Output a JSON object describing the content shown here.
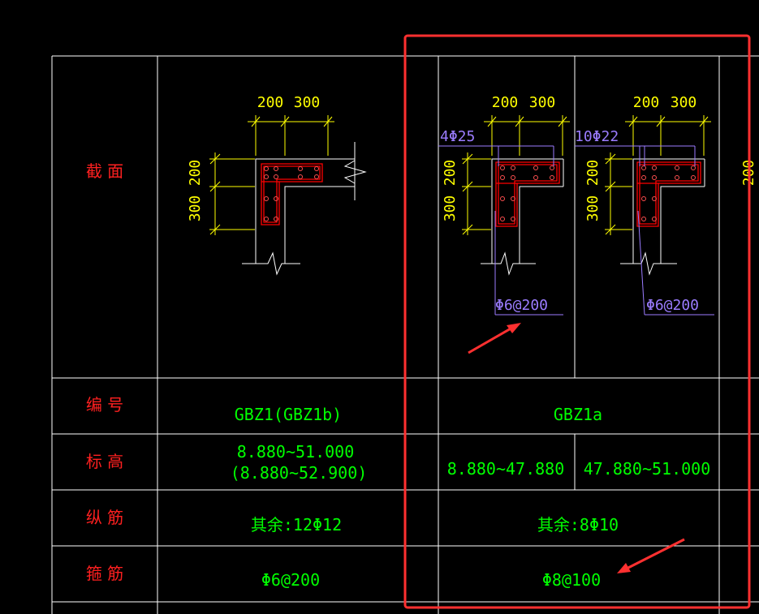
{
  "rows": {
    "section": "截 面",
    "id": "编 号",
    "elev": "标 高",
    "long": "纵 筋",
    "stir": "箍 筋"
  },
  "col1": {
    "dim_w1": "200",
    "dim_w2": "300",
    "dim_h1": "200",
    "dim_h2": "300",
    "id": "GBZ1(GBZ1b)",
    "elev_1": "8.880~51.000",
    "elev_2": "(8.880~52.900)",
    "long": "其余:12Φ12",
    "stir": "Φ6@200"
  },
  "col2": {
    "id": "GBZ1a",
    "long": "其余:8Φ10",
    "stir": "Φ8@100",
    "sub_a": {
      "dim_w1": "200",
      "dim_w2": "300",
      "dim_h1": "200",
      "dim_h2": "300",
      "corner": "4Φ25",
      "tie": "Φ6@200",
      "elev": "8.880~47.880"
    },
    "sub_b": {
      "dim_w1": "200",
      "dim_w2": "300",
      "dim_h1": "200",
      "dim_h2": "300",
      "corner": "10Φ22",
      "tie": "Φ6@200",
      "elev": "47.880~51.000"
    }
  },
  "edge_dim": "200",
  "colors": {
    "grid": "#ffffff",
    "label": "#ff2020",
    "value": "#00ff00",
    "dim": "#ffff00",
    "section": "#ffffff",
    "rebar": "#ff0000",
    "leader": "#9b7cff",
    "highlight": "#ff3030"
  }
}
